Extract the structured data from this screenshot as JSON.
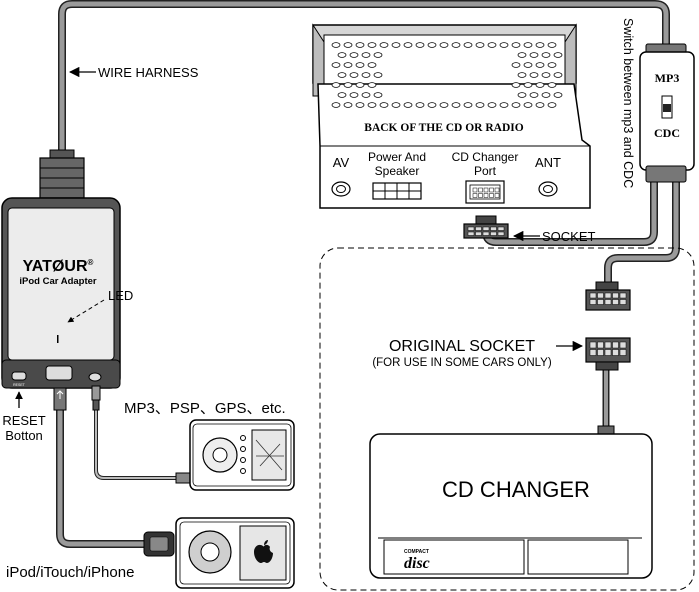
{
  "labels": {
    "wire_harness": "WIRE HARNESS",
    "back_of_radio": "BACK OF THE CD OR RADIO",
    "av": "AV",
    "power_line1": "Power And",
    "power_line2": "Speaker",
    "cd_port_line1": "CD Changer",
    "cd_port_line2": "Port",
    "ant": "ANT",
    "switch_caption": "Switch between mp3 and CDC",
    "switch_mp3": "MP3",
    "switch_cdc": "CDC",
    "socket": "SOCKET",
    "original_socket": "ORIGINAL SOCKET",
    "original_socket_note": "(FOR USE IN SOME CARS ONLY)",
    "led": "LED",
    "reset_line1": "RESET",
    "reset_line2": "Botton",
    "mp3_devices": "MP3、PSP、GPS、etc.",
    "ipod_devices": "iPod/iTouch/iPhone",
    "cd_changer": "CD CHANGER",
    "compact_disc_top": "COMPACT",
    "compact_disc_logo": "disc"
  },
  "brand": {
    "name": "YATØUR",
    "registered": "®",
    "subtitle": "iPod Car Adapter"
  },
  "icons": {
    "apple": "apple-icon",
    "compact_disc": "compact-disc-logo-icon"
  }
}
